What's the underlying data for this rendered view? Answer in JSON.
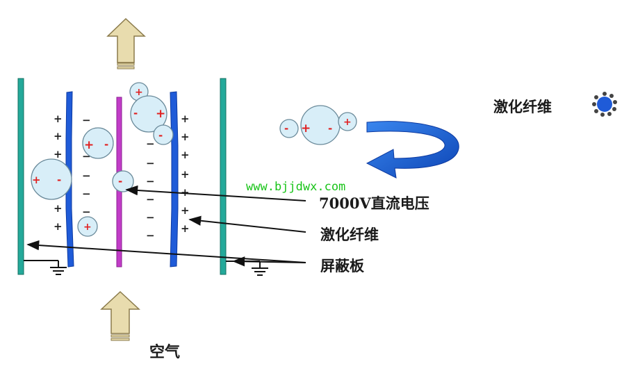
{
  "labels": {
    "legend_fiber": "激化纤维",
    "voltage": "7000V直流电压",
    "fiber_pointer": "激化纤维",
    "shield": "屏蔽板",
    "air": "空气"
  },
  "watermark": "www.bjjdwx.com",
  "signs": {
    "plus": "+",
    "minus": "−",
    "red_plus": "+",
    "red_minus": "-"
  },
  "colors": {
    "shield_plate": "#24a99a",
    "electrode": "#1f5bd8",
    "center_plate": "#c23cc8",
    "arrow_fill": "#e8dcae",
    "arrow_stroke": "#8a7a4a",
    "rotation_arrow": "#1c63d6",
    "watermark": "#19c419"
  }
}
